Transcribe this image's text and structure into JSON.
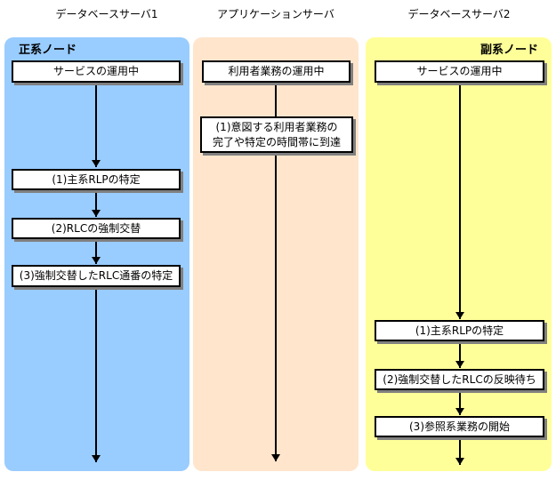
{
  "diagram": {
    "headers": [
      {
        "label": "データベースサーバ1"
      },
      {
        "label": "アプリケーションサーバ"
      },
      {
        "label": "データベースサーバ2"
      }
    ],
    "columns": [
      {
        "name": "database-server-1",
        "node_label": "正系ノード",
        "panel_color": "#99CCFF",
        "boxes": [
          {
            "label": "サービスの運用中"
          },
          {
            "label": "(1)主系RLPの特定"
          },
          {
            "label": "(2)RLCの強制交替"
          },
          {
            "label": "(3)強制交替したRLC通番の特定"
          }
        ]
      },
      {
        "name": "application-server",
        "panel_color": "#FFE5CC",
        "boxes": [
          {
            "label": "利用者業務の運用中"
          },
          {
            "lines": [
              "(1)意図する利用者業務の",
              "完了や特定の時間帯に到達"
            ]
          }
        ]
      },
      {
        "name": "database-server-2",
        "node_label": "副系ノード",
        "panel_color": "#FFFF99",
        "boxes": [
          {
            "label": "サービスの運用中"
          },
          {
            "label": "(1)主系RLPの特定"
          },
          {
            "label": "(2)強制交替したRLCの反映待ち"
          },
          {
            "label": "(3)参照系業務の開始"
          }
        ]
      }
    ],
    "line_color": "#000000"
  }
}
